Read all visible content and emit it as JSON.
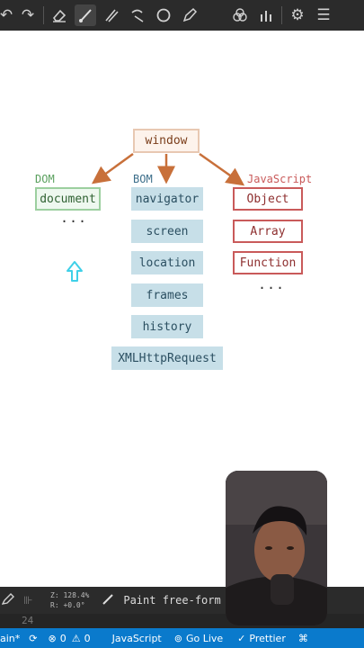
{
  "toolbar": {
    "icons": [
      "undo-icon",
      "redo-icon",
      "eraser-icon",
      "brush-icon",
      "highlighter-icon",
      "lasso-icon",
      "shape-icon",
      "pen-icon",
      "layers-icon",
      "style-icon",
      "gear-icon",
      "menu-icon"
    ]
  },
  "diagram": {
    "root": "window",
    "dom_label": "DOM",
    "bom_label": "BOM",
    "js_label": "JavaScript",
    "dom_items": [
      "document"
    ],
    "bom_items": [
      "navigator",
      "screen",
      "location",
      "frames",
      "history",
      "XMLHttpRequest"
    ],
    "js_items": [
      "Object",
      "Array",
      "Function"
    ],
    "ellipsis": "...",
    "colors": {
      "arrow": "#c8703a",
      "dom": "#5aa05e",
      "bom": "#3c6e8a",
      "js": "#c95a5a",
      "cursor": "#3fd0e8"
    }
  },
  "statusbar": {
    "zoom": "Z: 128.4%",
    "rotation": "R: +0.0°",
    "hint": "Paint free-form lines"
  },
  "editor": {
    "line_number": "24"
  },
  "vscode": {
    "branch": "ain*",
    "errors": "0",
    "warnings": "0",
    "language": "JavaScript",
    "go_live": "Go Live",
    "prettier": "Prettier"
  }
}
